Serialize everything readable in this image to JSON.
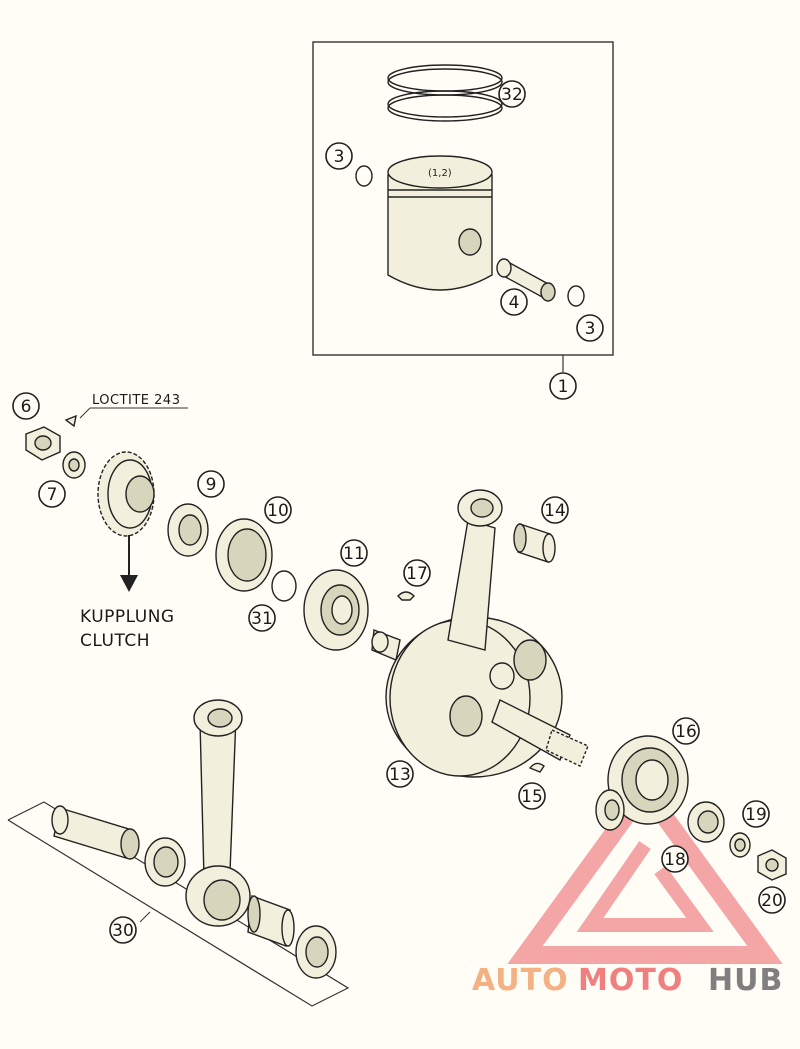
{
  "callouts": {
    "c32": "32",
    "c3a": "3",
    "c3b": "3",
    "c4": "4",
    "c1": "1",
    "c6": "6",
    "c7": "7",
    "c9": "9",
    "c10": "10",
    "c11": "11",
    "c14": "14",
    "c17": "17",
    "c31": "31",
    "c13": "13",
    "c15": "15",
    "c16": "16",
    "c18": "18",
    "c19": "19",
    "c20": "20",
    "c30": "30"
  },
  "notes": {
    "loctite": "LOCTITE 243",
    "piston_marking": "(1,2)",
    "clutch_de": "KUPPLUNG",
    "clutch_en": "CLUTCH"
  },
  "watermark": {
    "part1": "AUTO",
    "part2": "MOTO",
    "part3": "HUB",
    "colors": {
      "auto": "#f4b183",
      "moto": "#f08080",
      "hub": "#7f7f7f"
    }
  }
}
